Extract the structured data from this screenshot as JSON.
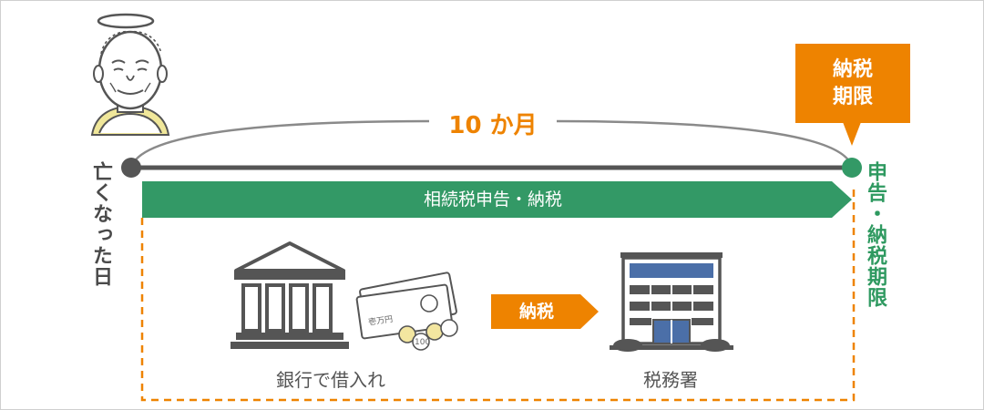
{
  "start_label": "亡くなった日",
  "end_label": "申告・納税期限",
  "period_label": "10 か月",
  "callout": {
    "line1": "納税",
    "line2": "期限"
  },
  "banner_label": "相続税申告・納税",
  "payment_label": "納税",
  "bank_caption": "銀行で借入れ",
  "tax_office_caption": "税務署",
  "banknote_text": "壱万円",
  "coin_text": "100",
  "colors": {
    "timeline": "#555555",
    "green": "#339966",
    "orange": "#ee8300",
    "dashed": "#ee8300",
    "callout": "#ee8300"
  }
}
